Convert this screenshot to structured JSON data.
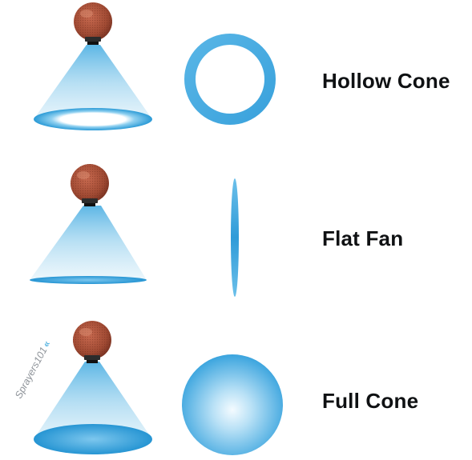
{
  "patterns": [
    {
      "label": "Hollow Cone",
      "cross_section": "ring"
    },
    {
      "label": "Flat Fan",
      "cross_section": "thin-ellipse"
    },
    {
      "label": "Full Cone",
      "cross_section": "filled-disc"
    }
  ],
  "watermark": {
    "text": "Sprayers101",
    "arrow_icon": "left-double-chevron"
  },
  "colors": {
    "spray_blue": "#3fa9e0",
    "spray_light": "#e6f4fb",
    "nozzle_red": "#a8503a",
    "nozzle_dark": "#7a3322",
    "label_text": "#0f1113"
  }
}
